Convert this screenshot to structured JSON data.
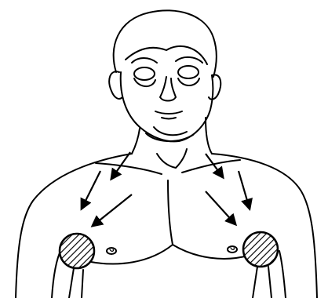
{
  "figure": {
    "subject": "line-drawing",
    "arrow_count": 6,
    "pads": [
      {
        "side": "left",
        "fill": "hatched"
      },
      {
        "side": "right",
        "fill": "hatched"
      }
    ],
    "colors": {
      "ink": "#000000",
      "background": "#ffffff"
    }
  }
}
